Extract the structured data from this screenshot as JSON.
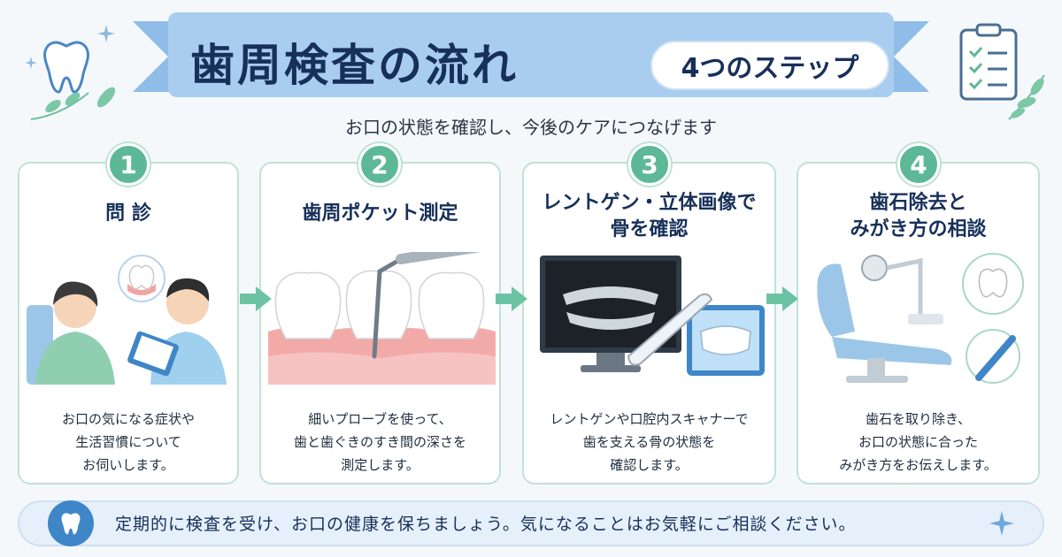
{
  "header": {
    "title": "歯周検査の流れ",
    "badge": "4つのステップ",
    "subtitle": "お口の状態を確認し、今後のケアにつなげます"
  },
  "steps": [
    {
      "number": "1",
      "title": "問 診",
      "description": "お口の気になる症状や\n生活習慣について\nお伺いします。"
    },
    {
      "number": "2",
      "title": "歯周ポケット測定",
      "description": "細いプローブを使って、\n歯と歯ぐきのすき間の深さを\n測定します。"
    },
    {
      "number": "3",
      "title": "レントゲン・立体画像で\n骨を確認",
      "description": "レントゲンや口腔内スキャナーで\n歯を支える骨の状態を\n確認します。"
    },
    {
      "number": "4",
      "title": "歯石除去と\nみがき方の相談",
      "description": "歯石を取り除き、\nお口の状態に合った\nみがき方をお伝えします。"
    }
  ],
  "footer": {
    "message": "定期的に検査を受け、お口の健康を保ちましょう。気になることはお気軽にご相談ください。"
  },
  "colors": {
    "navy": "#17305a",
    "green": "#5db897",
    "ribbon": "#a9cdef",
    "footer_icon": "#3f86c8"
  },
  "icons": [
    "tooth-icon",
    "clipboard-icon",
    "sparkle-icon",
    "leaf-icon",
    "arrow-right-icon"
  ]
}
